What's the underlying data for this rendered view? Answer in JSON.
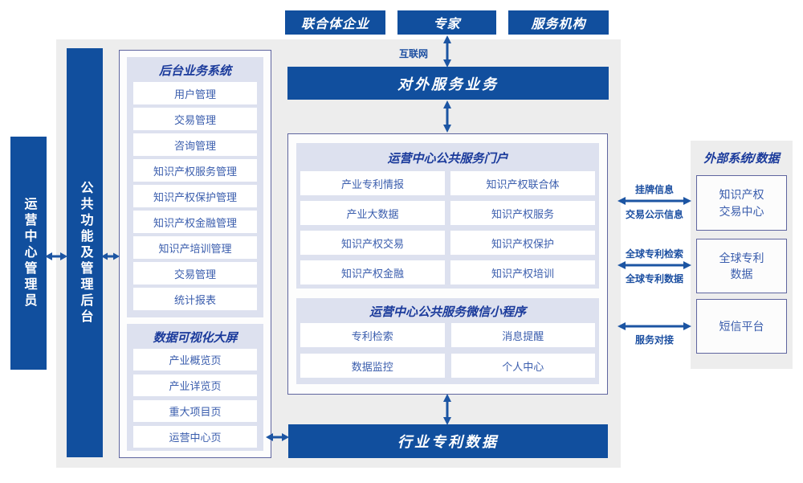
{
  "top_actors": [
    "联合体企业",
    "专家",
    "服务机构"
  ],
  "labels": {
    "internet": "互联网"
  },
  "bars": {
    "external_service": "对外服务业务",
    "industry": "行业专利数据",
    "admin": "运营中心管理员",
    "backend": "公共功能及管理后台"
  },
  "backend_panel": {
    "title": "后台业务系统",
    "items": [
      "用户管理",
      "交易管理",
      "咨询管理",
      "知识产权服务管理",
      "知识产权保护管理",
      "知识产权金融管理",
      "知识产培训管理",
      "交易管理",
      "统计报表"
    ]
  },
  "dataviz_panel": {
    "title": "数据可视化大屏",
    "items": [
      "产业概览页",
      "产业详览页",
      "重大项目页",
      "运营中心页"
    ]
  },
  "portal_panel": {
    "title": "运营中心公共服务门户",
    "items": [
      "产业专利情报",
      "知识产权联合体",
      "产业大数据",
      "知识产权服务",
      "知识产权交易",
      "知识产权保护",
      "知识产权金融",
      "知识产权培训"
    ]
  },
  "miniprogram_panel": {
    "title": "运营中心公共服务微信小程序",
    "items": [
      "专利检索",
      "消息提醒",
      "数据监控",
      "个人中心"
    ]
  },
  "external_panel": {
    "title": "外部系统/数据",
    "boxes": [
      "知识产权\n交易中心",
      "全球专利\n数据",
      "短信平台"
    ]
  },
  "links": [
    {
      "above": "挂牌信息",
      "below": "交易公示信息"
    },
    {
      "above": "全球专利检索",
      "below": "全球专利数据"
    },
    {
      "below": "服务对接"
    }
  ],
  "colors": {
    "primary_blue": "#114f9e",
    "arrow_blue": "#1c55a3",
    "panel_gray": "#ededed",
    "lavender": "#dde1ef",
    "outline_border": "#5f659f",
    "title_text": "#1a3a9b",
    "item_text": "#3a5dad",
    "label_text": "#1c4fa1"
  }
}
